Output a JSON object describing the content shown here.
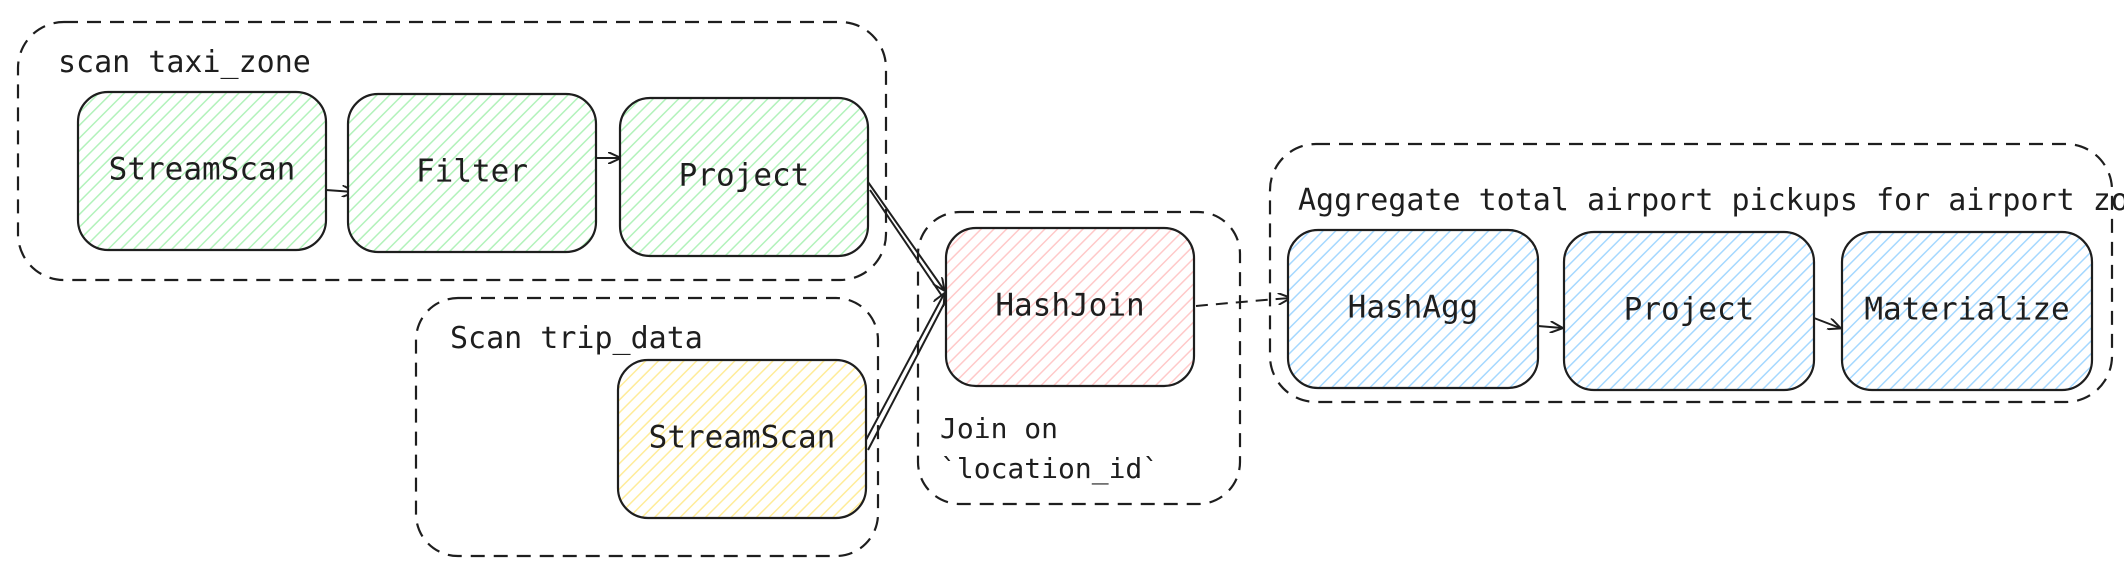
{
  "groups": {
    "scan_taxi_zone": "scan taxi_zone",
    "scan_trip_data": "Scan trip_data",
    "join": "",
    "aggregate": "Aggregate total airport pickups for airport zones"
  },
  "nodes": {
    "streamscan_taxi": "StreamScan",
    "filter": "Filter",
    "project_taxi": "Project",
    "streamscan_trip": "StreamScan",
    "hashjoin": "HashJoin",
    "hashagg": "HashAgg",
    "project_agg": "Project",
    "materialize": "Materialize"
  },
  "notes": {
    "join_on_line1": "Join on",
    "join_on_line2": "`location_id`"
  },
  "colors": {
    "green_fill": "#b2f2bb",
    "yellow_fill": "#ffec99",
    "pink_fill": "#ffc9c9",
    "blue_fill": "#a5d8ff",
    "stroke": "#1e1e1e"
  }
}
